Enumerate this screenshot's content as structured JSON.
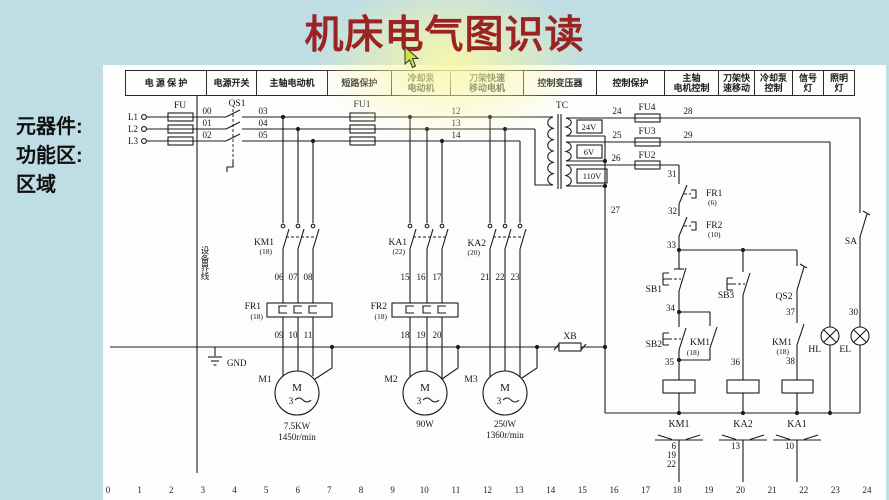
{
  "title": "机床电气图识读",
  "side": {
    "l1": "元器件:",
    "l2": "功能区:",
    "l3": "区域"
  },
  "colors": {
    "background": "#bedde4",
    "glow": "#f8f8a8",
    "title_red": "#9c2323",
    "panel": "#fdfdfd",
    "line": "#1b1b1b",
    "cursor_green": "#c8e63c"
  },
  "header_cells": [
    "电 源 保 护",
    "电源开关",
    "主轴电动机",
    "短路保护",
    "冷却泵\n电动机",
    "刀架快速\n移动电机",
    "控制变压器",
    "控制保护",
    "主轴\n电机控制",
    "刀架快\n速移动",
    "冷却泵\n控制",
    "信号\n灯",
    "照明\n灯"
  ],
  "sch": {
    "L1": "L1",
    "L2": "L2",
    "L3": "L3",
    "FU": "FU",
    "QS1": "QS1",
    "FU1": "FU1",
    "w00": "00",
    "w01": "01",
    "w02": "02",
    "w03": "03",
    "w04": "04",
    "w05": "05",
    "w12": "12",
    "w13": "13",
    "w14": "14",
    "boundary": "设备界线",
    "KM1": "KM1",
    "KM1_ref": "(18)",
    "w06": "06",
    "w07": "07",
    "w08": "08",
    "FR1": "FR1",
    "FR1_ref": "(18)",
    "w09": "09",
    "w10": "10",
    "w11": "11",
    "KA1": "KA1",
    "KA1_ref": "(22)",
    "w15": "15",
    "w16": "16",
    "w17": "17",
    "FR2": "FR2",
    "FR2_ref": "(18)",
    "w18": "18",
    "w19": "19",
    "w20": "20",
    "KA2": "KA2",
    "KA2_ref": "(20)",
    "w21": "21",
    "w22": "22",
    "w23": "23",
    "GND": "GND",
    "XB": "XB",
    "M1": "M1",
    "M2": "M2",
    "M3": "M3",
    "M": "M",
    "ph": "3",
    "M1_power": "7.5KW",
    "M1_speed": "1450r/min",
    "M2_power": "90W",
    "M3_power": "250W",
    "M3_speed": "1360r/min",
    "TC": "TC",
    "V24": "24V",
    "V6": "6V",
    "V110": "110V",
    "w24": "24",
    "w25": "25",
    "w26": "26",
    "w27": "27",
    "w28": "28",
    "w29": "29",
    "FU4": "FU4",
    "FU3": "FU3",
    "FU2": "FU2",
    "w31": "31",
    "w32": "32",
    "w33": "33",
    "w34": "34",
    "w35": "35",
    "w36": "36",
    "w37": "37",
    "w38": "38",
    "w30": "30",
    "cFR1": "FR1",
    "cFR1_ref": "(6)",
    "cFR2": "FR2",
    "cFR2_ref": "(10)",
    "SB1": "SB1",
    "SB2": "SB2",
    "SB3": "SB3",
    "auxKM1": "KM1",
    "auxKM1_ref": "(18)",
    "QS2": "QS2",
    "noKM1": "KM1",
    "noKM1_ref": "(18)",
    "SA": "SA",
    "HL": "HL",
    "EL": "EL",
    "coilKM1": "KM1",
    "coilKA2": "KA2",
    "coilKA1": "KA1",
    "xKM1_1": "6",
    "xKM1_2": "19",
    "xKM1_3": "22",
    "xKA2_1": "13",
    "xKA1_1": "10"
  },
  "scale": [
    "0",
    "1",
    "2",
    "3",
    "4",
    "5",
    "6",
    "7",
    "8",
    "9",
    "10",
    "11",
    "12",
    "13",
    "14",
    "15",
    "16",
    "17",
    "18",
    "19",
    "20",
    "21",
    "22",
    "23",
    "24"
  ]
}
